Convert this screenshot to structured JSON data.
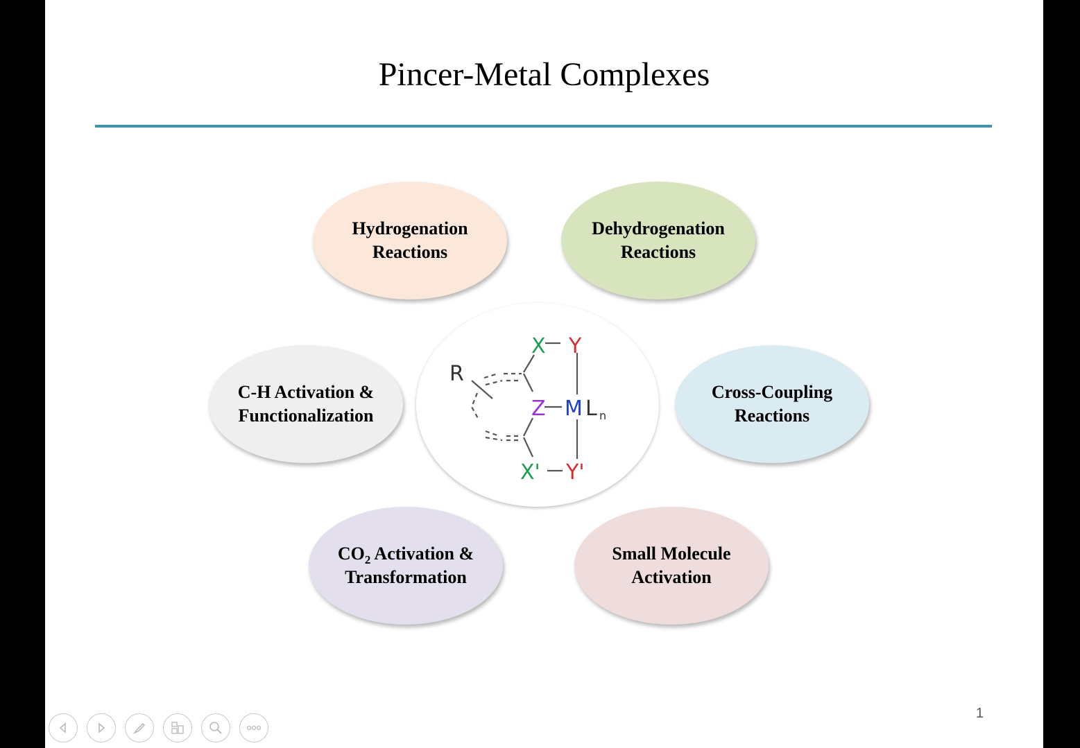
{
  "slide": {
    "title": "Pincer-Metal Complexes",
    "page_number": "1"
  },
  "bubbles": {
    "hydrogenation": {
      "line1": "Hydrogenation",
      "line2": "Reactions",
      "color": "#fbe8db"
    },
    "dehydrogenation": {
      "line1": "Dehydrogenation",
      "line2": "Reactions",
      "color": "#d8e4bd"
    },
    "ch_activation": {
      "line1": "C-H Activation &",
      "line2": "Functionalization",
      "color": "#efefef"
    },
    "cross_coupling": {
      "line1": "Cross-Coupling",
      "line2": "Reactions",
      "color": "#dbebf2"
    },
    "co2": {
      "line1_a": "CO",
      "line1_sub": "2",
      "line1_b": " Activation &",
      "line2": "Transformation",
      "color": "#e3dfec"
    },
    "small_molecule": {
      "line1": "Small Molecule",
      "line2": "Activation",
      "color": "#efdcdc"
    }
  },
  "structure": {
    "R": "R",
    "X": "X",
    "Y": "Y",
    "Z": "Z",
    "M": "M",
    "L": "L",
    "n": "n",
    "Xp": "X'",
    "Yp": "Y'",
    "colors": {
      "X": "#1f9e52",
      "Y": "#d2302e",
      "Z": "#9b30d6",
      "M": "#1d3fd6",
      "L": "#333333"
    }
  },
  "nav_icons": [
    "previous-icon",
    "next-icon",
    "pen-icon",
    "slides-grid-icon",
    "zoom-icon",
    "more-icon"
  ]
}
